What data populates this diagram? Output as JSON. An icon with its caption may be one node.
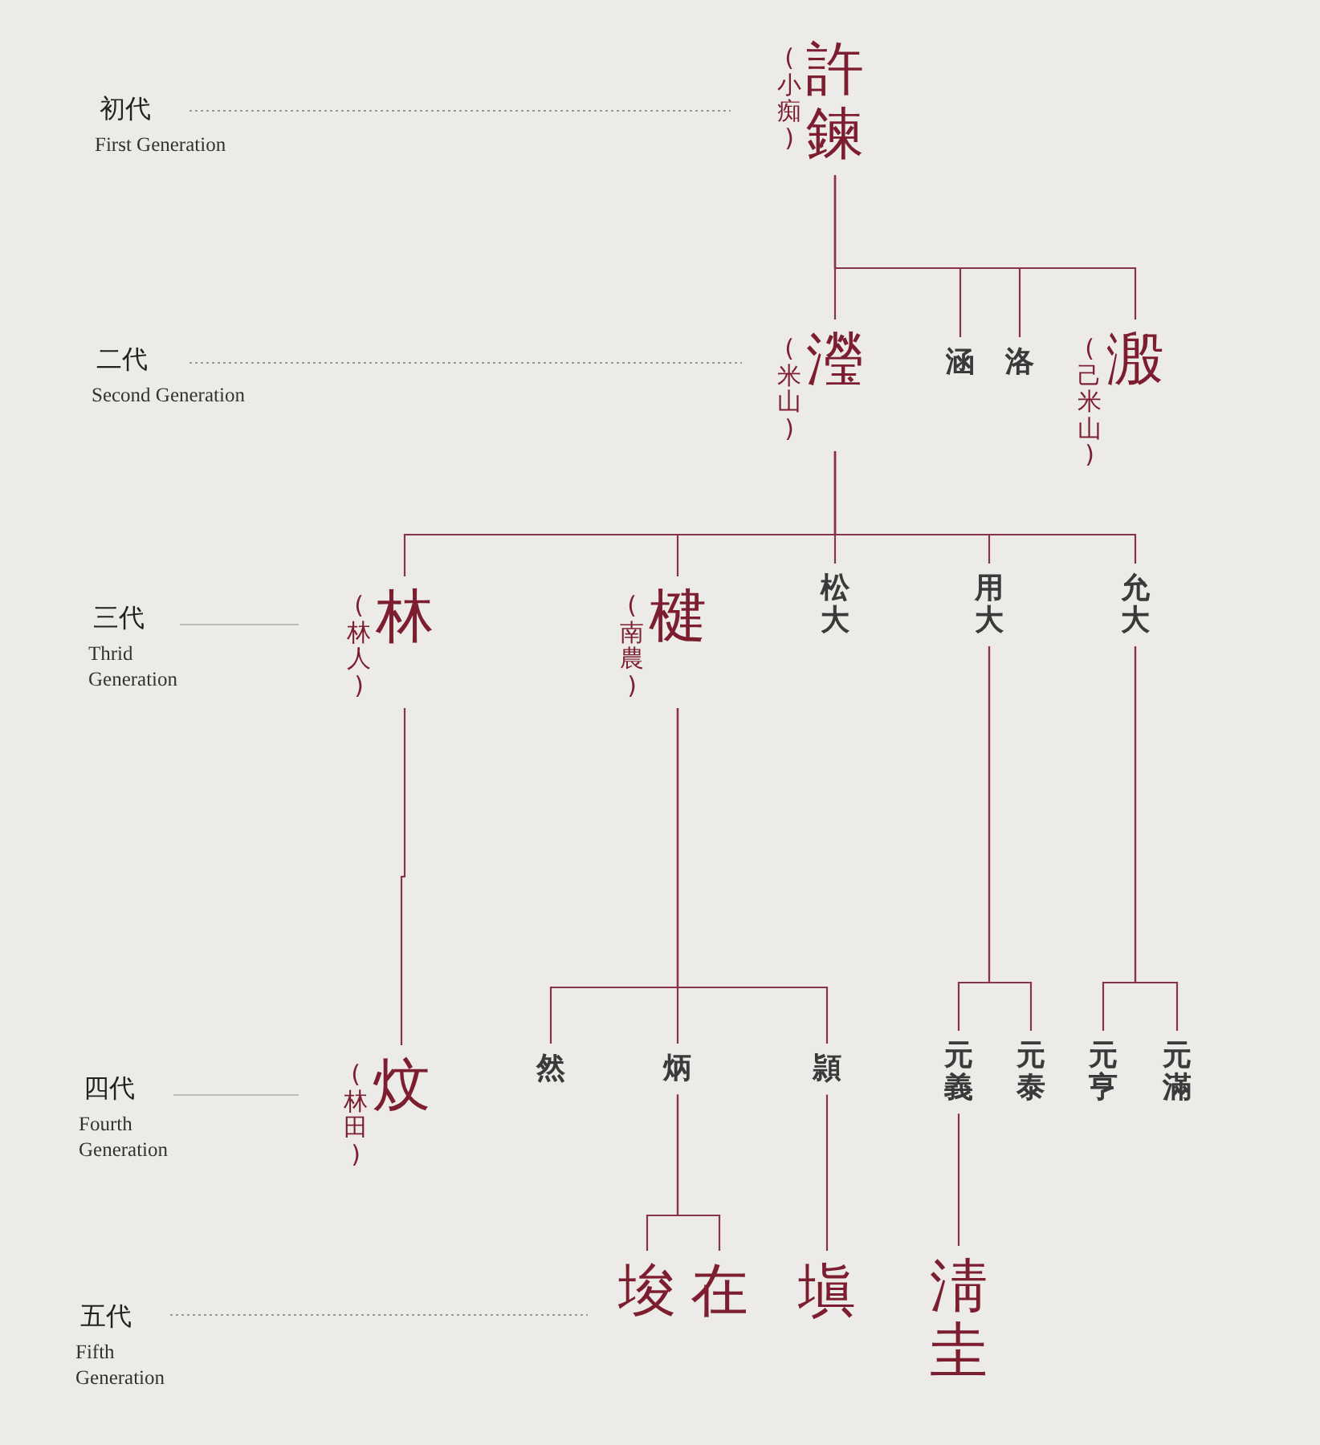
{
  "diagram": {
    "nodes": [
      {
        "text": [
          "許鍊"
        ],
        "beside": [
          "(小痴)"
        ]
      },
      {
        "text": [
          "瀅"
        ],
        "beside": [
          "(米山)"
        ]
      },
      {
        "text": [
          "涵"
        ]
      },
      {
        "text": [
          "洛"
        ]
      },
      {
        "text": [
          "溵"
        ],
        "beside": [
          "(己米山)"
        ]
      },
      {
        "text": [
          "林"
        ],
        "beside": [
          "(林人)"
        ]
      },
      {
        "text": [
          "楗"
        ],
        "beside": [
          "(南農)"
        ]
      },
      {
        "text": [
          "松大"
        ]
      },
      {
        "text": [
          "用大"
        ]
      },
      {
        "text": [
          "允大"
        ]
      },
      {
        "text": [
          "炆"
        ],
        "beside": [
          "(林田)"
        ]
      },
      {
        "text": [
          "然"
        ]
      },
      {
        "text": [
          "炳"
        ]
      },
      {
        "text": [
          "頴"
        ]
      },
      {
        "text": [
          "元義"
        ]
      },
      {
        "text": [
          "元泰"
        ]
      },
      {
        "text": [
          "元亨"
        ]
      },
      {
        "text": [
          "元滿"
        ]
      },
      {
        "text": [
          "埈"
        ]
      },
      {
        "text": [
          "在"
        ]
      },
      {
        "text": [
          "塡"
        ]
      },
      {
        "text": [
          "淸圭"
        ]
      }
    ],
    "edges": [
      {
        "from": 0,
        "to": 1,
        "arrow": "none"
      },
      {
        "from": 0,
        "to": 2,
        "arrow": "none"
      },
      {
        "from": 0,
        "to": 3,
        "arrow": "none"
      },
      {
        "from": 0,
        "to": 4,
        "arrow": "none"
      },
      {
        "from": 1,
        "to": 5,
        "arrow": "none"
      },
      {
        "from": 1,
        "to": 6,
        "arrow": "none"
      },
      {
        "from": 1,
        "to": 7,
        "arrow": "none"
      },
      {
        "from": 1,
        "to": 8,
        "arrow": "none"
      },
      {
        "from": 1,
        "to": 9,
        "arrow": "none"
      },
      {
        "from": 5,
        "to": 10,
        "arrow": "none"
      },
      {
        "from": 6,
        "to": 11,
        "arrow": "none"
      },
      {
        "from": 6,
        "to": 12,
        "arrow": "none"
      },
      {
        "from": 6,
        "to": 13,
        "arrow": "none"
      },
      {
        "from": 8,
        "to": 14,
        "arrow": "none"
      },
      {
        "from": 8,
        "to": 15,
        "arrow": "none"
      },
      {
        "from": 9,
        "to": 16,
        "arrow": "none"
      },
      {
        "from": 9,
        "to": 17,
        "arrow": "none"
      },
      {
        "from": 12,
        "to": 18,
        "arrow": "none"
      },
      {
        "from": 12,
        "to": 19,
        "arrow": "none"
      },
      {
        "from": 13,
        "to": 20,
        "arrow": "none"
      },
      {
        "from": 14,
        "to": 21,
        "arrow": "none"
      }
    ],
    "labels": [
      "初代",
      "First Generation",
      "二代",
      "Second Generation",
      "三代",
      "Thrid Generation",
      "四代",
      "Fourth Generation",
      "五代",
      "Fifth Generation"
    ]
  }
}
